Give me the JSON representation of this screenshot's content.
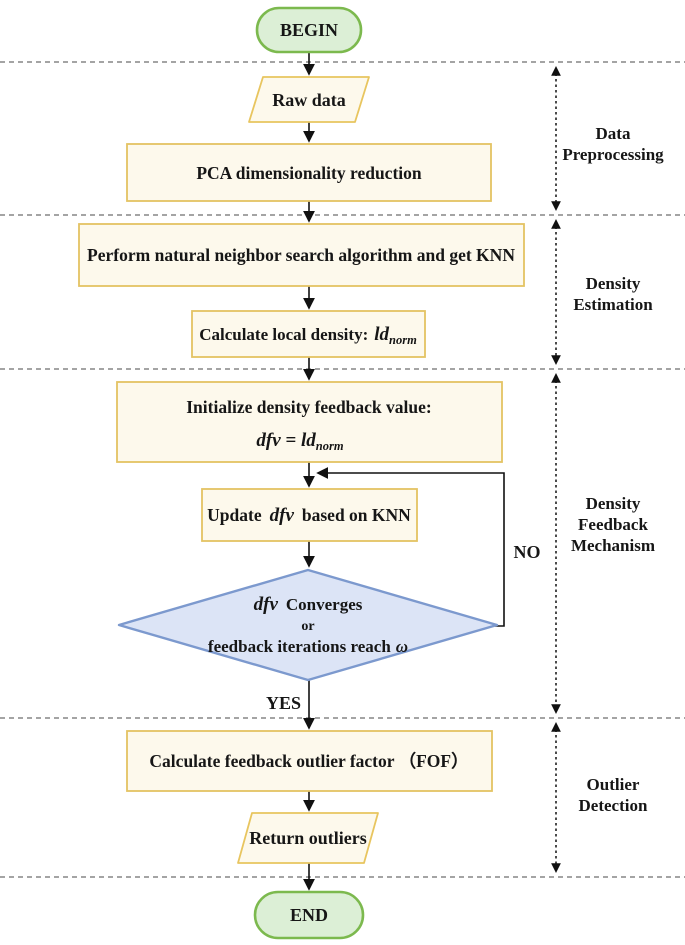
{
  "title": "Algorithm flowchart",
  "colors": {
    "terminal_fill": "#DCEFD6",
    "terminal_border": "#7CB94E",
    "process_fill": "#FDF9EC",
    "process_border": "#E4C363",
    "decision_fill": "#DCE4F6",
    "decision_border": "#7C99CE",
    "separator_gray": "#858585",
    "arrow_black": "#111111"
  },
  "nodes": {
    "begin": "BEGIN",
    "raw_data": "Raw data",
    "pca": "PCA dimensionality reduction",
    "nn_search": "Perform natural neighbor search algorithm and get KNN",
    "local_density": {
      "label": "Calculate local density:",
      "math": "ld",
      "sub": "norm"
    },
    "init_dfv": {
      "line1": "Initialize density feedback value:",
      "math": "dfv = ld",
      "sub": "norm"
    },
    "update_dfv": {
      "pre": "Update",
      "math": "dfv",
      "post": "based on KNN"
    },
    "decision": {
      "math": "dfv",
      "line1_rest": "Converges",
      "line2": "or",
      "line3": "feedback iterations reach",
      "omega": "ω"
    },
    "fof": "Calculate feedback outlier factor （FOF）",
    "return_outliers": "Return outliers",
    "end": "END"
  },
  "edges": {
    "yes": "YES",
    "no": "NO"
  },
  "sections": [
    {
      "lines": [
        "Data",
        "Preprocessing"
      ]
    },
    {
      "lines": [
        "Density",
        "Estimation"
      ]
    },
    {
      "lines": [
        "Density",
        "Feedback",
        "Mechanism"
      ]
    },
    {
      "lines": [
        "Outlier",
        "Detection"
      ]
    }
  ]
}
